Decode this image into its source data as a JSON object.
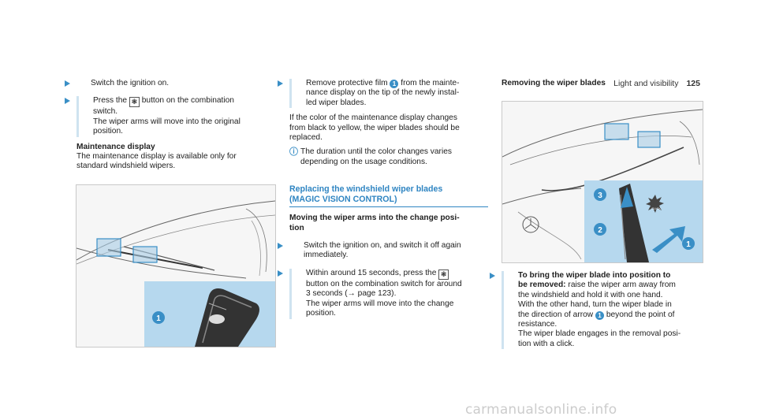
{
  "header": {
    "section": "Light and visibility",
    "page_number": "125"
  },
  "col1": {
    "step1": "Switch the ignition on.",
    "step2_lines": [
      "Press the",
      "button on the combination"
    ],
    "step2_rest": [
      "switch.",
      "The wiper arms will move into the original",
      "position."
    ],
    "heading": "Maintenance display",
    "body": [
      "The maintenance display is available only for",
      "standard windshield wipers."
    ],
    "button_icon": "wiper-switch-icon"
  },
  "col2": {
    "step1": [
      "Remove protective film",
      "from the mainte-",
      "nance display on the tip of the newly instal-",
      "led wiper blades."
    ],
    "step1_badge": "1",
    "para": [
      "If the color of the maintenance display changes",
      "from black to yellow, the wiper blades should be",
      "replaced."
    ],
    "info": [
      "The duration until the color changes varies",
      "depending on the usage conditions."
    ],
    "section_title": [
      "Replacing the windshield wiper blades",
      "(MAGIC VISION CONTROL)"
    ],
    "subheading": [
      "Moving the wiper arms into the change posi-",
      "tion"
    ],
    "step2": [
      "Switch the ignition on, and switch it off again",
      "immediately."
    ],
    "step3": [
      "Within around 15 seconds, press the",
      "button on the combination switch for around",
      "3 seconds (→ page 123).",
      "The wiper arms will move into the change",
      "position."
    ]
  },
  "col3": {
    "heading": "Removing the wiper blades",
    "step_bold": [
      "To bring the wiper blade into position to",
      "be removed:"
    ],
    "step_first_rest": "raise the wiper arm away from",
    "step_rest": [
      "the windshield and hold it with one hand.",
      "With the other hand, turn the wiper blade in",
      "the direction of arrow",
      "beyond the point of",
      "resistance.",
      "The wiper blade engages in the removal posi-",
      "tion with a click."
    ],
    "arrow_badge": "1"
  },
  "figure1": {
    "callout": "1"
  },
  "figure2": {
    "callouts": [
      "3",
      "2",
      "1"
    ],
    "click_label": "CLICK"
  },
  "watermark": "carmanualsonline.info"
}
